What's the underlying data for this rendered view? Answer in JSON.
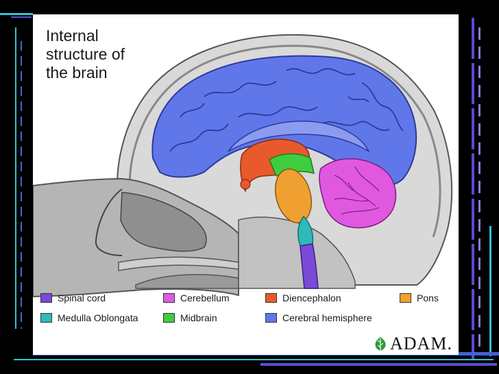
{
  "title_lines": [
    "Internal",
    "structure of",
    "the brain"
  ],
  "legend": [
    {
      "label": "Spinal cord",
      "color": "#7a49d8"
    },
    {
      "label": "Medulla Oblongata",
      "color": "#2fb9b9"
    },
    {
      "label": "Cerebellum",
      "color": "#e058e0"
    },
    {
      "label": "Midbrain",
      "color": "#3fcc3f"
    },
    {
      "label": "Diencephalon",
      "color": "#e85a2c"
    },
    {
      "label": "Cerebral hemisphere",
      "color": "#6077ea"
    },
    {
      "label": "Pons",
      "color": "#f0a030"
    }
  ],
  "logo": {
    "text": "ADAM.",
    "icon": "leaf-icon"
  },
  "colors": {
    "background": "#000000",
    "panel": "#ffffff",
    "skull": "#d9d9d9",
    "tissue_gray": "#a8a8a8"
  }
}
